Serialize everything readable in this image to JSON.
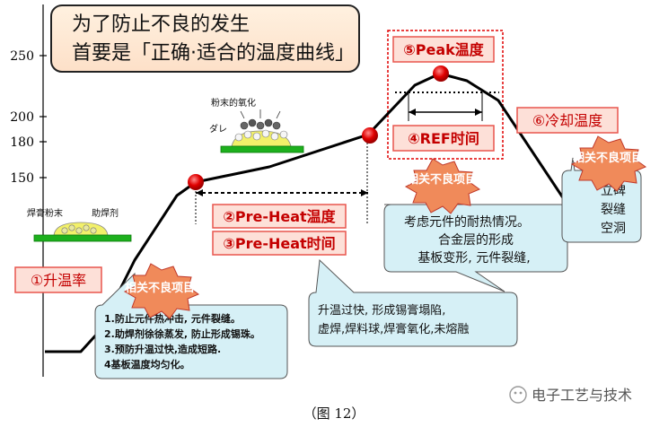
{
  "title": {
    "line1": "为了防止不良的发生",
    "line2": "首要是「正确·适合的温度曲线」"
  },
  "y_ticks": [
    "250",
    "200",
    "180",
    "150"
  ],
  "zones": {
    "rise": "①升温率",
    "preheat_temp": "②Pre-Heat温度",
    "preheat_time": "③Pre-Heat时间",
    "ref_time": "④REF时间",
    "peak": "⑤Peak温度",
    "cooling": "⑥冷却温度"
  },
  "bursts": [
    "相关不良项目",
    "相关不良项目",
    "相关不良项目",
    "相关不良项目"
  ],
  "callouts": {
    "rise": {
      "items": [
        "1.防止元件热冲击, 元件裂缝。",
        "2.助焊剂徐徐蒸发, 防止形成锡珠。",
        "3.预防升温过快,造成短路.",
        "4基板温度均匀化。"
      ]
    },
    "preheat": {
      "items": [
        "升温过快, 形成锡膏塌陷,",
        "虚焊,焊料球,焊膏氧化,未熔融"
      ]
    },
    "reflow": {
      "items": [
        "考虑元件的耐热情况。",
        "合金层的形成",
        "基板变形, 元件裂缝,"
      ]
    },
    "cooling": {
      "items": [
        "立碑",
        "裂缝",
        "空洞"
      ]
    }
  },
  "illustrations": {
    "paste_label": "焊膏粉末",
    "flux_label": "助焊剂",
    "oxide_label": "粉末的氧化",
    "drip_label": "ダレ"
  },
  "caption": "（图 12）",
  "watermark": "电子工艺与技术",
  "colors": {
    "zone_fill": "#fde0d8",
    "zone_border": "#e8554d",
    "zone_text": "#c40000",
    "callout_fill": "#d6f0f6",
    "burst_fill": "#f08a5a",
    "dot": "#e00000"
  }
}
